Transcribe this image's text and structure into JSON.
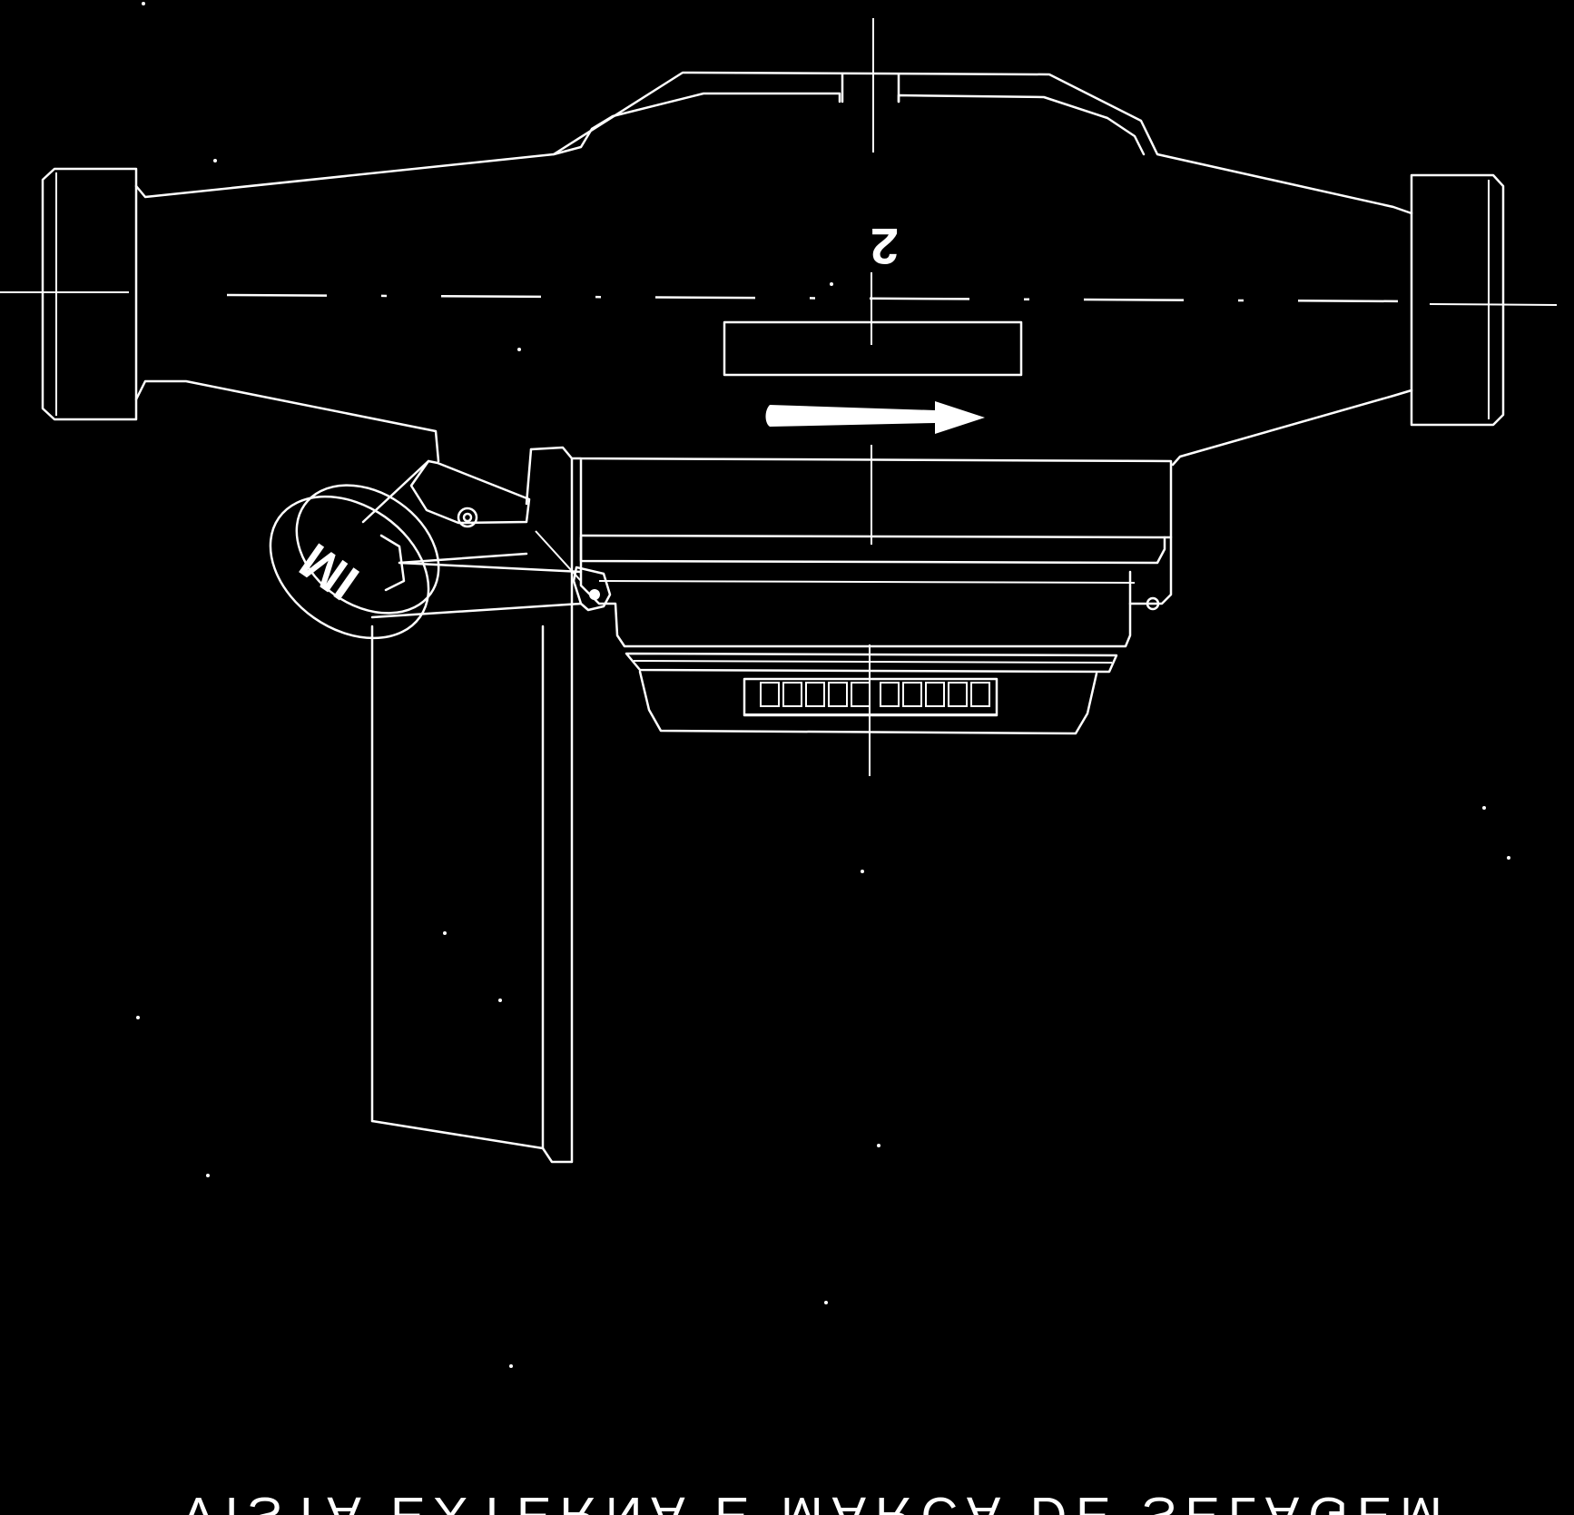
{
  "drawing": {
    "caption": "VISTA EXTERNA E MARCA DE SELAGEM",
    "seal_mark_text": "IM",
    "body_label": "2",
    "flow_direction": "right"
  },
  "colors": {
    "background": "#000000",
    "linework": "#ffffff"
  }
}
